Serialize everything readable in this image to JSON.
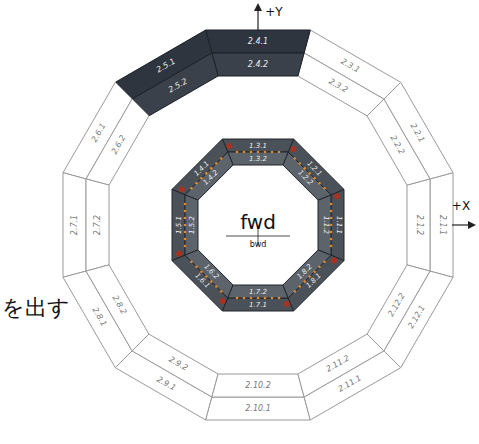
{
  "diagram": {
    "labels": [
      "+Y",
      "+X",
      "fwd",
      "bwd",
      "を出す",
      "1.1.1",
      "1.1.2",
      "1.2.1",
      "1.2.2",
      "1.3.1",
      "1.3.2",
      "1.4.1",
      "1.4.2",
      "1.5.1",
      "1.5.2",
      "1.6.1",
      "1.6.2",
      "1.7.1",
      "1.7.2",
      "1.8.1",
      "1.8.2",
      "2.1.1",
      "2.1.2",
      "2.2.1",
      "2.2.2",
      "2.3.1",
      "2.3.2",
      "2.4.1",
      "2.4.2",
      "2.5.1",
      "2.5.2",
      "2.6.1",
      "2.6.2",
      "2.7.1",
      "2.7.2",
      "2.8.1",
      "2.8.2",
      "2.9.1",
      "2.9.2",
      "2.10.1",
      "2.10.2",
      "2.11.1",
      "2.11.2",
      "2.12.1",
      "2.12.2"
    ]
  }
}
